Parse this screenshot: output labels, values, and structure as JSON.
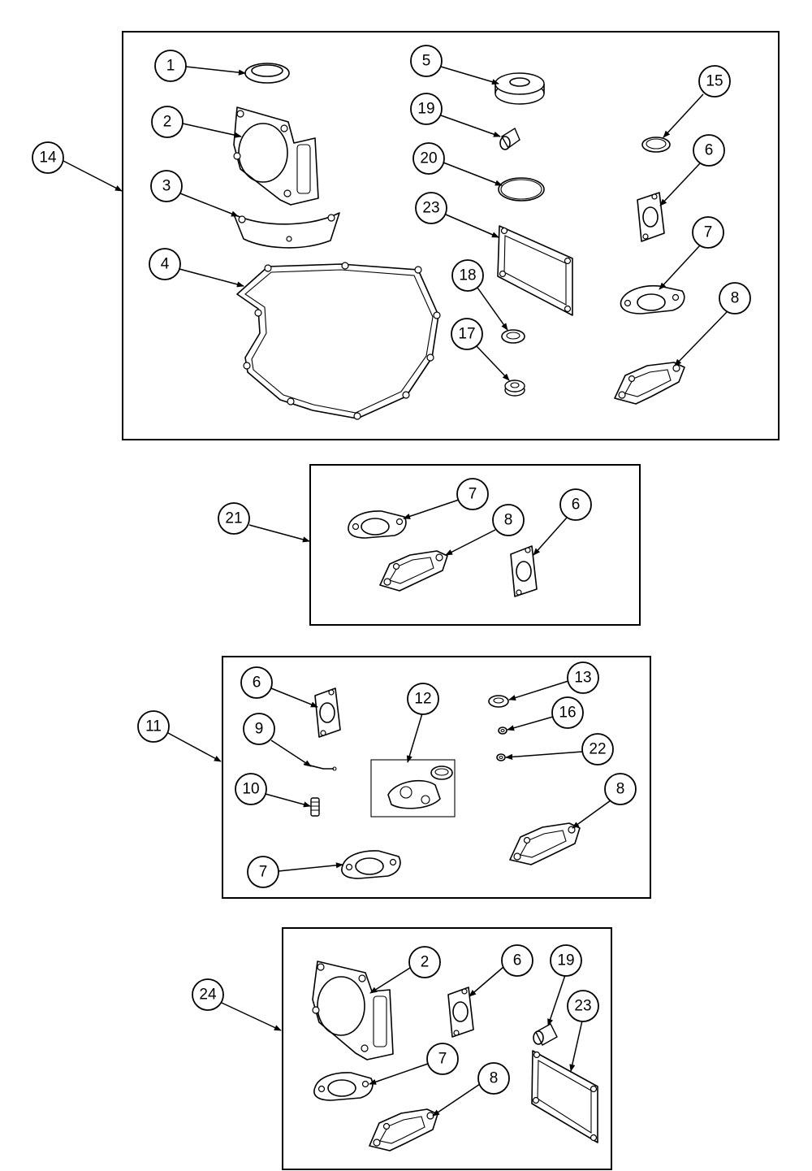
{
  "callouts": {
    "kit_a": {
      "kit": "14",
      "p1": "1",
      "p2": "2",
      "p3": "3",
      "p4": "4",
      "p5": "5",
      "p19": "19",
      "p20": "20",
      "p23": "23",
      "p18": "18",
      "p17": "17",
      "p15": "15",
      "p6": "6",
      "p7": "7",
      "p8": "8"
    },
    "kit_b": {
      "kit": "21",
      "p7": "7",
      "p8": "8",
      "p6": "6"
    },
    "kit_c": {
      "kit": "11",
      "p6": "6",
      "p9": "9",
      "p10": "10",
      "p12": "12",
      "p13": "13",
      "p16": "16",
      "p22": "22",
      "p8": "8",
      "p7": "7"
    },
    "kit_d": {
      "kit": "24",
      "p2": "2",
      "p6": "6",
      "p19": "19",
      "p23": "23",
      "p7": "7",
      "p8": "8"
    }
  }
}
